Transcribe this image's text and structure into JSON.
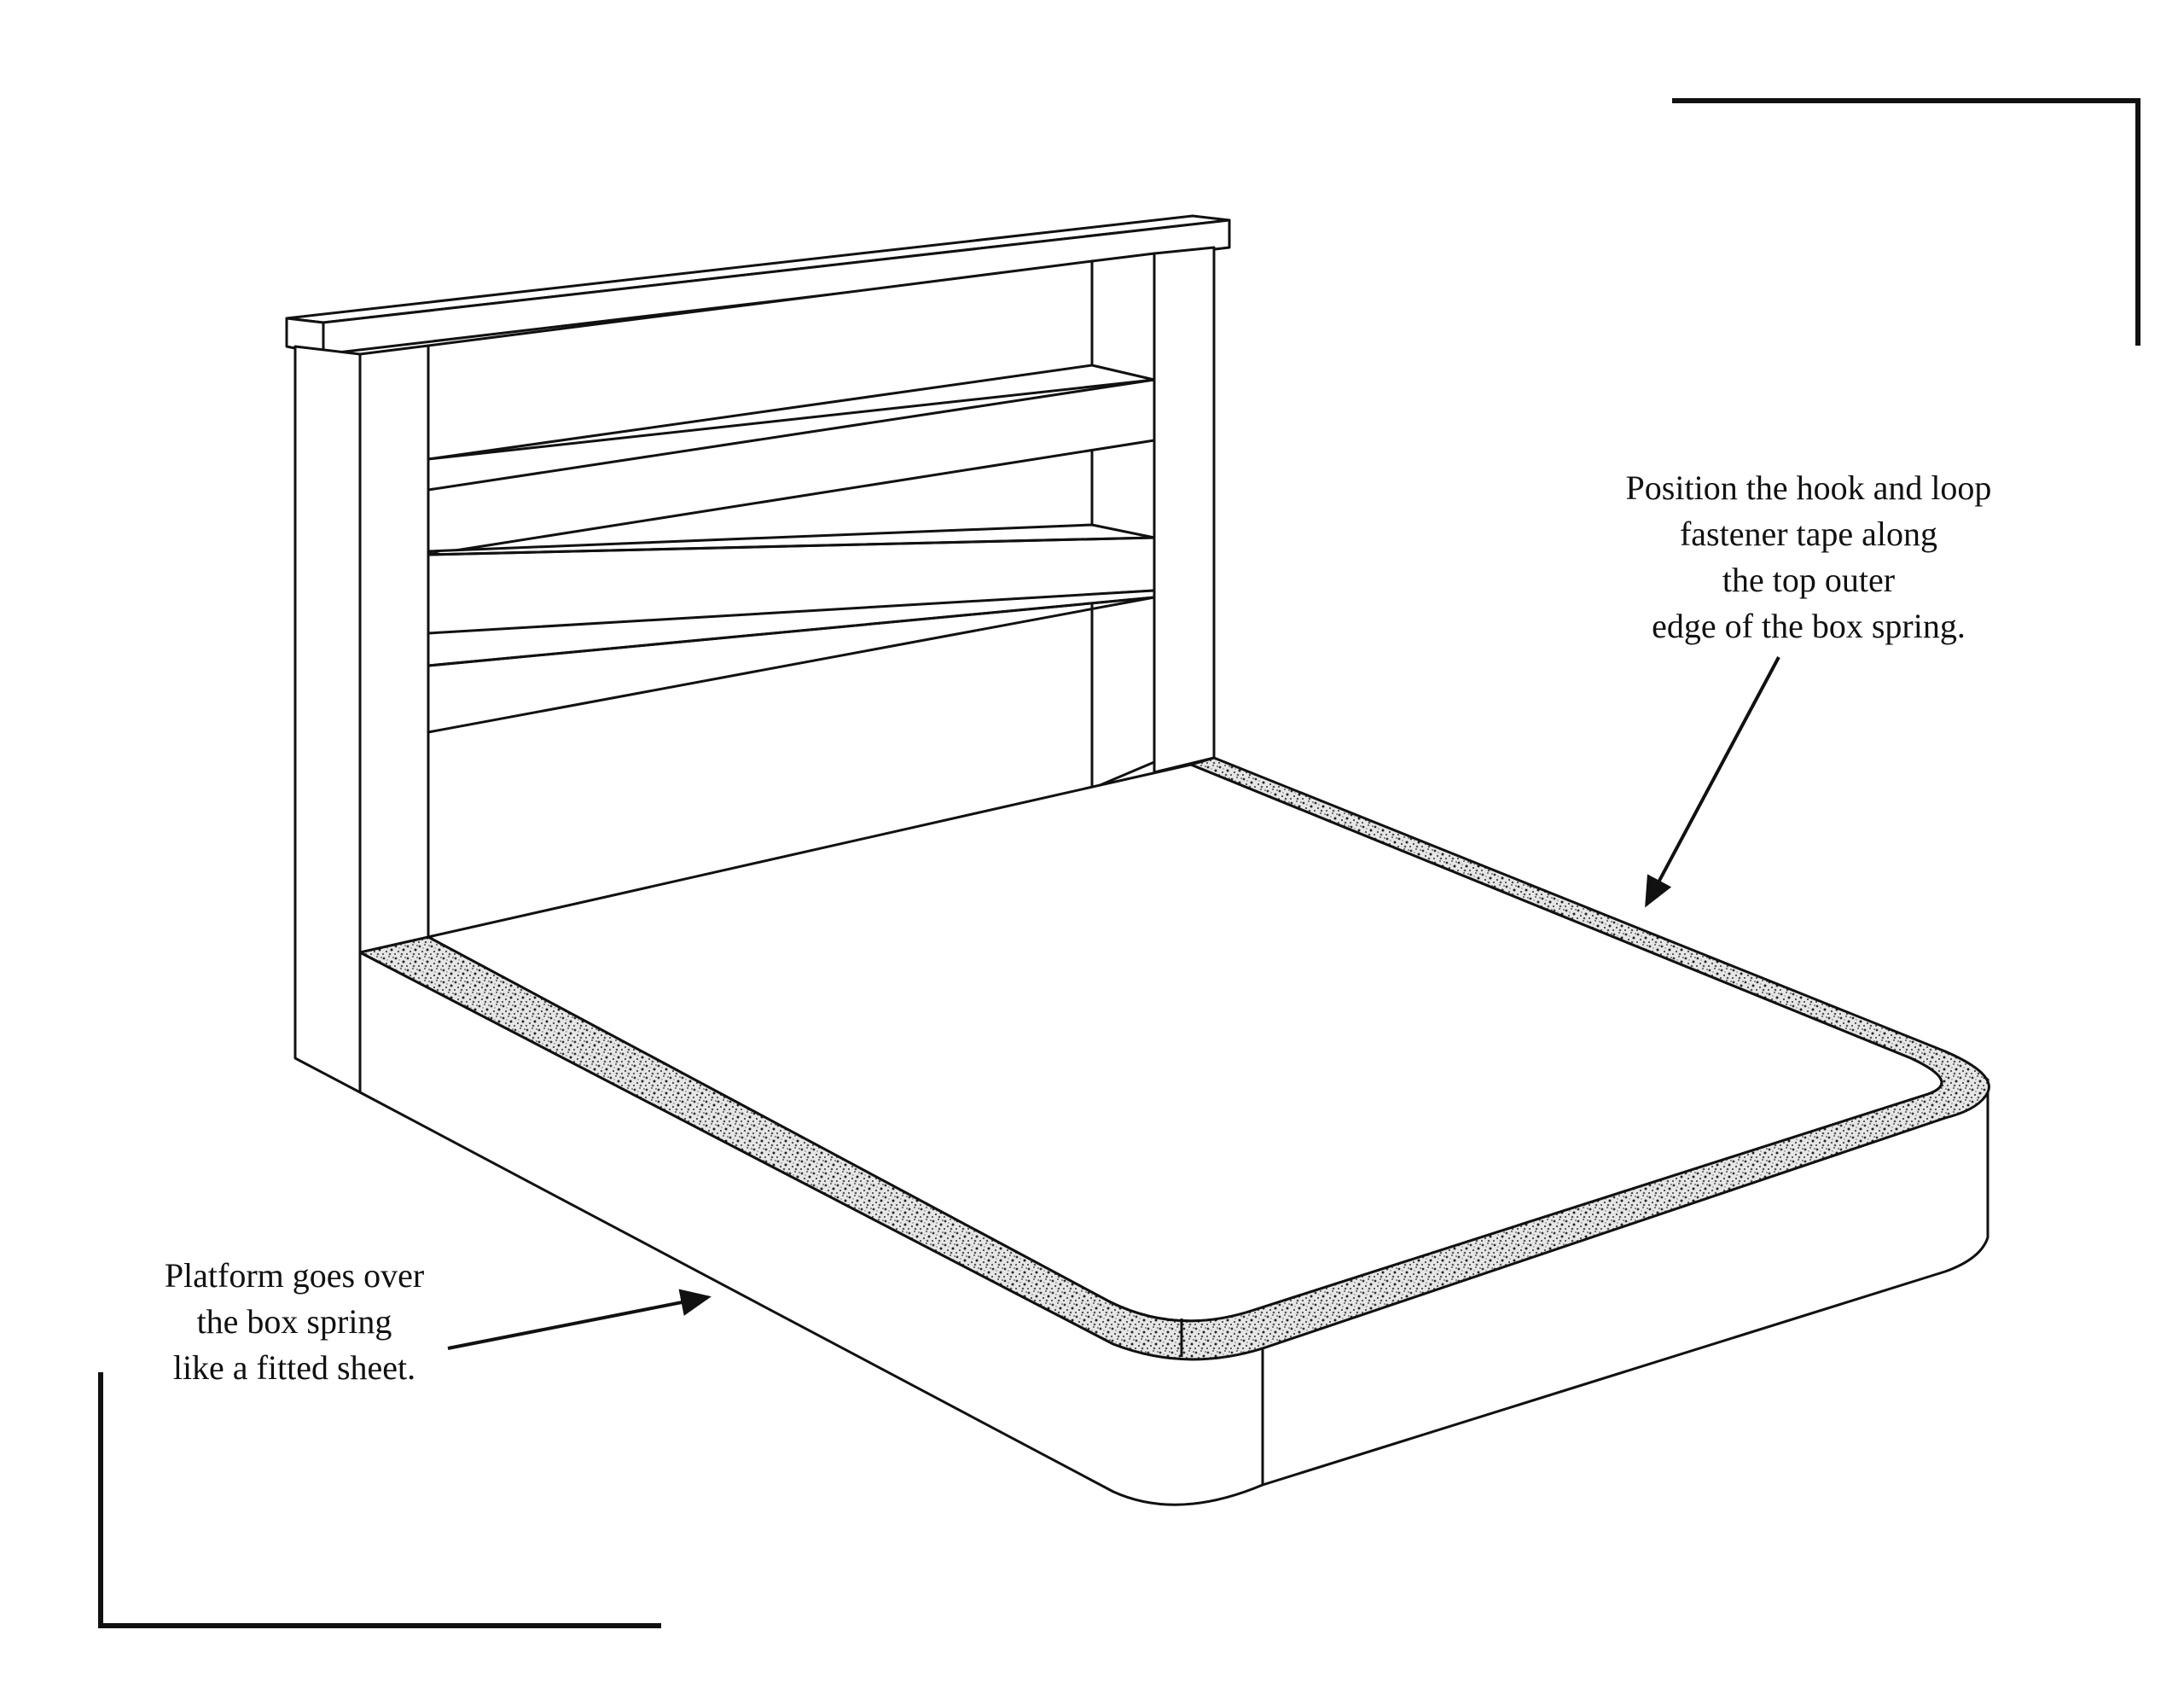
{
  "callouts": {
    "tape": {
      "lines": [
        "Position the hook and loop",
        "fastener tape  along",
        "the top outer",
        "edge of the box spring."
      ]
    },
    "platform": {
      "lines": [
        "Platform goes over",
        "the box spring",
        "like a fitted sheet."
      ]
    }
  },
  "colors": {
    "ink": "#111111",
    "paper": "#ffffff",
    "fabric_texture": "#8a8a8a"
  }
}
